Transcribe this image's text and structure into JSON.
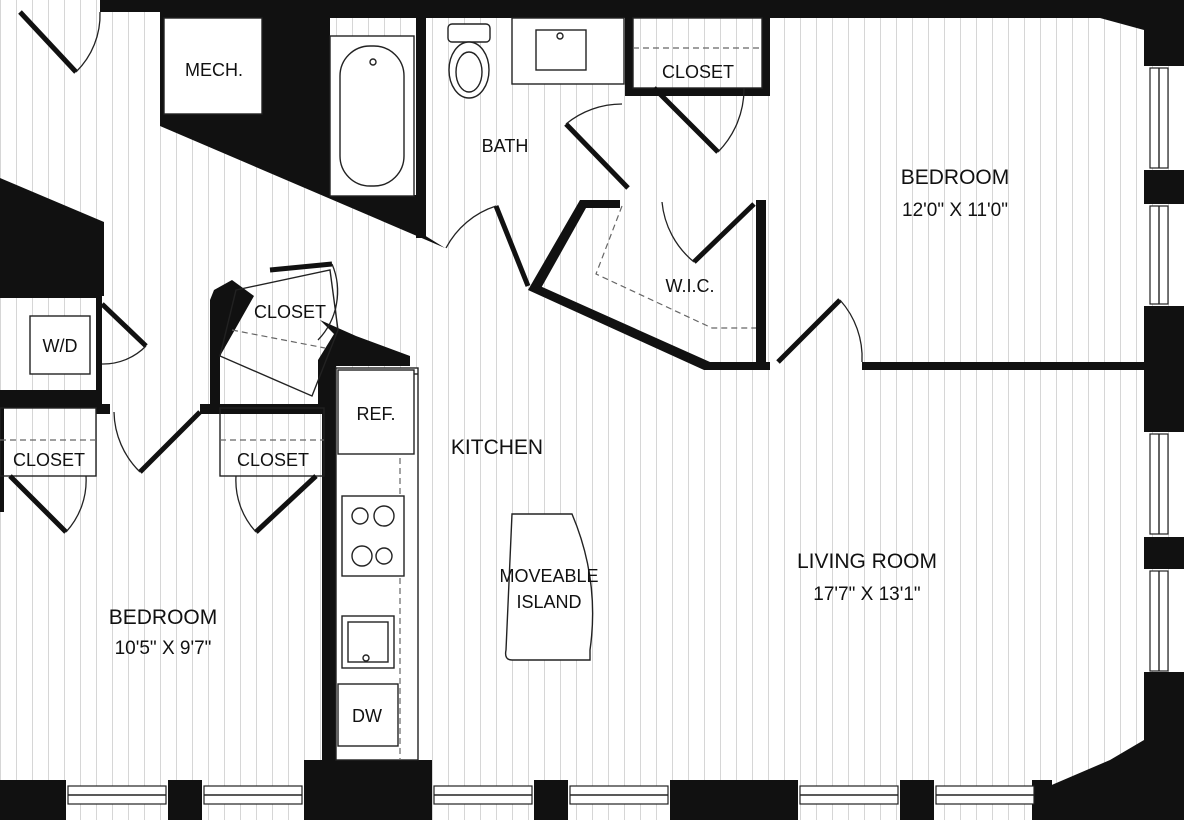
{
  "rooms": {
    "bedroom_right": {
      "name": "BEDROOM",
      "size": "12'0\" X 11'0\""
    },
    "bedroom_left": {
      "name": "BEDROOM",
      "size": "10'5\" X 9'7\""
    },
    "living_room": {
      "name": "LIVING ROOM",
      "size": "17'7\" X 13'1\""
    },
    "kitchen": {
      "name": "KITCHEN"
    },
    "bath": {
      "name": "BATH"
    },
    "wic": {
      "name": "W.I.C."
    },
    "mech": {
      "name": "MECH."
    },
    "wd": {
      "name": "W/D"
    },
    "closet_top": {
      "name": "CLOSET"
    },
    "closet_mid": {
      "name": "CLOSET"
    },
    "closet_left": {
      "name": "CLOSET"
    },
    "closet_center": {
      "name": "CLOSET"
    }
  },
  "fixtures": {
    "ref": "REF.",
    "island_line1": "MOVEABLE",
    "island_line2": "ISLAND",
    "dw": "DW"
  },
  "colors": {
    "wall": "#111111",
    "floor_line": "#d6d6d6",
    "background": "#ffffff"
  }
}
